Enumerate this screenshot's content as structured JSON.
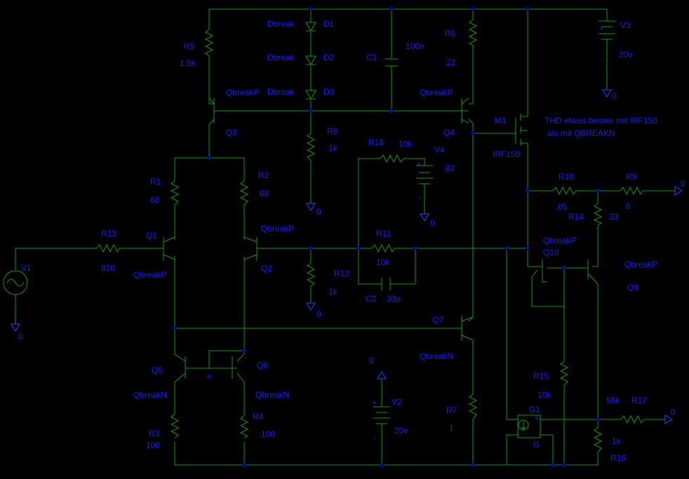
{
  "colors": {
    "background": "#000000",
    "wire": "#129612",
    "label": "#1a1aff",
    "junction": "#0a0a9a"
  },
  "resistors": [
    {
      "id": "R5",
      "name": "R5",
      "value": "1.5k"
    },
    {
      "id": "R6",
      "name": "R6",
      "value": "22"
    },
    {
      "id": "R8",
      "name": "R8",
      "value": "1k"
    },
    {
      "id": "R18",
      "name": "R18",
      "value": "10k"
    },
    {
      "id": "R1",
      "name": "R1",
      "value": "68"
    },
    {
      "id": "R2",
      "name": "R2",
      "value": "68"
    },
    {
      "id": "R10",
      "name": "R10",
      "value": ".05"
    },
    {
      "id": "R9",
      "name": "R9",
      "value": "6"
    },
    {
      "id": "R14",
      "name": "R14",
      "value": "33"
    },
    {
      "id": "R13",
      "name": "R13",
      "value": "910"
    },
    {
      "id": "R11",
      "name": "R11",
      "value": "10k"
    },
    {
      "id": "R12",
      "name": "R12",
      "value": "1k"
    },
    {
      "id": "R15",
      "name": "R15",
      "value": "10k"
    },
    {
      "id": "R17",
      "name": "R17",
      "value": "56k"
    },
    {
      "id": "R16",
      "name": "R16",
      "value": "1k"
    },
    {
      "id": "R7",
      "name": "R7",
      "value": "1"
    },
    {
      "id": "R3",
      "name": "R3",
      "value": "100"
    },
    {
      "id": "R4",
      "name": "R4",
      "value": "100"
    }
  ],
  "transistors": [
    {
      "id": "Q1",
      "name": "Q1",
      "model": "QbreakP"
    },
    {
      "id": "Q2",
      "name": "Q2",
      "model": "QbreakP"
    },
    {
      "id": "Q3",
      "name": "Q3",
      "model": "QbreakP"
    },
    {
      "id": "Q4",
      "name": "Q4",
      "model": "QbreakP"
    },
    {
      "id": "Q5",
      "name": "Q5",
      "model": "QbreakN"
    },
    {
      "id": "Q6",
      "name": "Q6",
      "model": "QbreakN"
    },
    {
      "id": "Q7",
      "name": "Q7",
      "model": "QbreakN"
    },
    {
      "id": "Q9",
      "name": "Q9",
      "model": "QbreakP"
    },
    {
      "id": "Q10",
      "name": "Q10",
      "model": "QbreakP"
    },
    {
      "id": "M1",
      "name": "M1",
      "model": "IRF150"
    }
  ],
  "diodes": [
    {
      "id": "D1",
      "name": "D1",
      "model": "Dbreak"
    },
    {
      "id": "D2",
      "name": "D2",
      "model": "Dbreak"
    },
    {
      "id": "D3",
      "name": "D3",
      "model": "Dbreak"
    }
  ],
  "capacitors": [
    {
      "id": "C1",
      "name": "C1",
      "value": "100n"
    },
    {
      "id": "C2",
      "name": "C2",
      "value": "33p"
    }
  ],
  "sources": [
    {
      "id": "V1",
      "name": "V1",
      "value": ""
    },
    {
      "id": "V2",
      "name": "V2",
      "value": "20v"
    },
    {
      "id": "V3",
      "name": "V3",
      "value": "20v"
    },
    {
      "id": "V4",
      "name": "V4",
      "value": ".82"
    },
    {
      "id": "G1",
      "name": "G1",
      "value": "G"
    }
  ],
  "ground_label": "0",
  "plus_sign": "+",
  "minus_sign": "-",
  "annotation": {
    "line1": "THD etwas besser mit IRF150",
    "line2": "als mit QBREAKN"
  }
}
